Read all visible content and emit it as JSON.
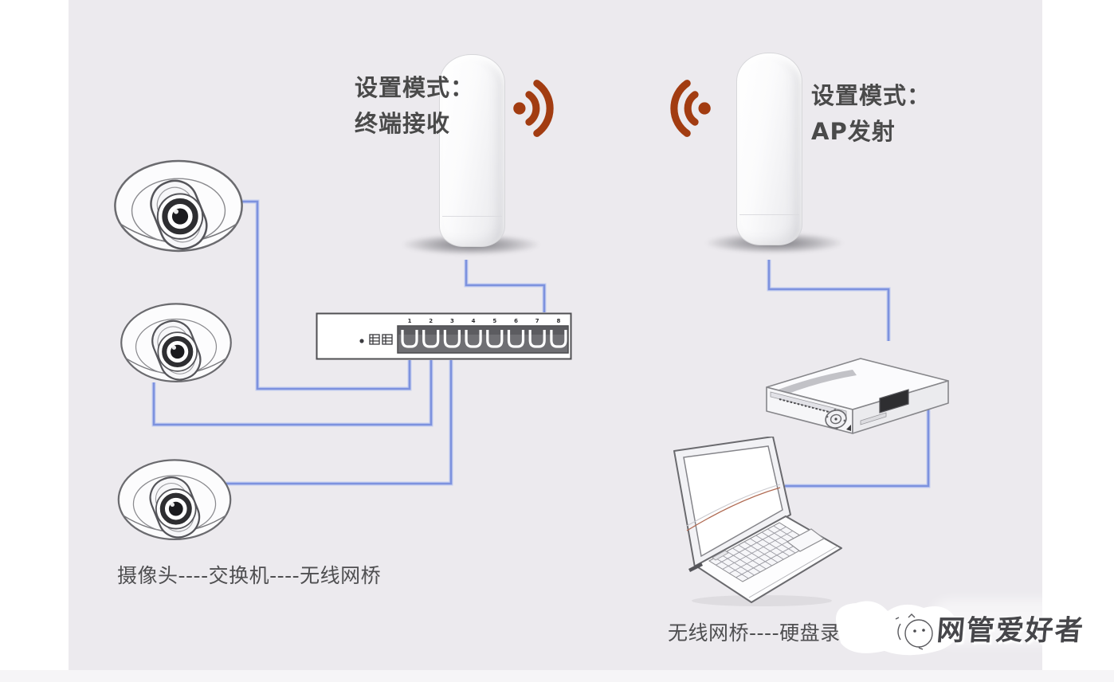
{
  "canvas": {
    "page_bg": "#ffffff",
    "diagram_bg": "#eceaee"
  },
  "colors": {
    "connection_line": "#7d92de",
    "connection_halo": "#c3cdf0",
    "wifi_icon": "#a23c11",
    "label_text": "#4a4a4a",
    "caption_text": "#4f4f51",
    "watermark_text": "#46464a"
  },
  "ap_left": {
    "label_line1": "设置模式：",
    "label_line2": "终端接收"
  },
  "ap_right": {
    "label_line1": "设置模式：",
    "label_line2": "AP发射"
  },
  "switch": {
    "port_labels": [
      "1",
      "2",
      "3",
      "4",
      "5",
      "6",
      "7",
      "8"
    ]
  },
  "captions": {
    "left": "摄像头----交换机----无线网桥",
    "right": "无线网桥----硬盘录"
  },
  "watermark": {
    "text": "网管爱好者"
  }
}
